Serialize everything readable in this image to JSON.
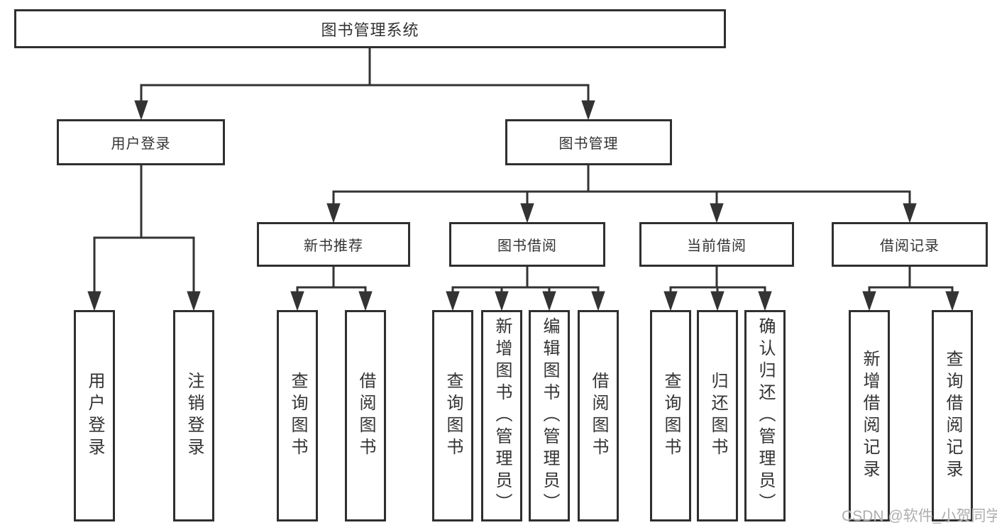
{
  "tree": {
    "root": "图书管理系统",
    "children": [
      {
        "label": "用户登录",
        "children": [
          "用户登录",
          "注销登录"
        ]
      },
      {
        "label": "图书管理",
        "children": [
          {
            "label": "新书推荐",
            "children": [
              "查询图书",
              "借阅图书"
            ]
          },
          {
            "label": "图书借阅",
            "children": [
              "查询图书",
              "新增图书（管理员）",
              "编辑图书（管理员）",
              "借阅图书"
            ]
          },
          {
            "label": "当前借阅",
            "children": [
              "查询图书",
              "归还图书",
              "确认归还（管理员）"
            ]
          },
          {
            "label": "借阅记录",
            "children": [
              "新增借阅记录",
              "查询借阅记录"
            ]
          }
        ]
      }
    ]
  },
  "watermark": {
    "text": "CSDN @软件_小贺同学"
  },
  "colors": {
    "line": "#333333",
    "text": "#333333",
    "box_background": "#ffffff",
    "watermark": "#aeaeae",
    "background": "#ffffff"
  }
}
